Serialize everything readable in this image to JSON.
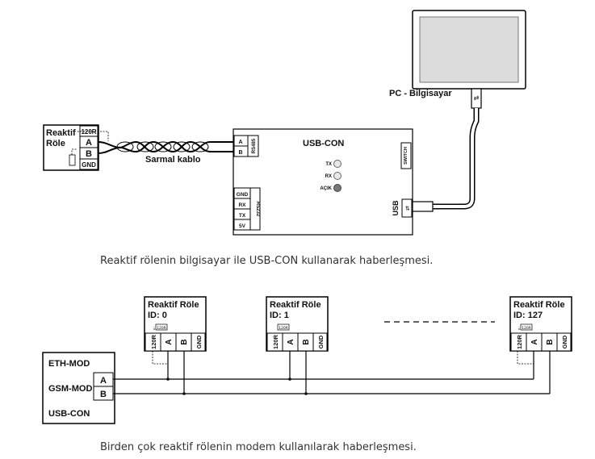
{
  "top": {
    "relay": {
      "title_line1": "Reaktif",
      "title_line2": "Röle",
      "terminals": [
        "120R",
        "A",
        "B",
        "GND"
      ],
      "resistor": "120R"
    },
    "cable_label": "Sarmal kablo",
    "pc_label": "PC - Bilgisayar",
    "usbcon": {
      "title": "USB-CON",
      "rs485_label": "RS485",
      "rs485_pins": [
        "A",
        "B"
      ],
      "rs232_label": "RS232",
      "rs232_pins": [
        "GND",
        "RX",
        "TX",
        "5V"
      ],
      "switch_label": "SWITCH",
      "leds": [
        "TX",
        "RX",
        "AÇIK"
      ],
      "usb_label": "USB"
    },
    "caption": "Reaktif rölenin bilgisayar ile USB-CON kullanarak haberleşmesi."
  },
  "bottom": {
    "modem_labels": [
      "ETH-MOD",
      "GSM-MOD",
      "USB-CON"
    ],
    "modem_pins": [
      "A",
      "B"
    ],
    "relays": [
      {
        "title": "Reaktif Röle",
        "id": "ID: 0"
      },
      {
        "title": "Reaktif Röle",
        "id": "ID: 1"
      },
      {
        "title": "Reaktif Röle",
        "id": "ID: 127"
      }
    ],
    "relay_terminals": [
      "120R",
      "A",
      "B",
      "GND"
    ],
    "resistor": "120R",
    "caption": "Birden çok reaktif rölenin modem kullanılarak haberleşmesi."
  }
}
